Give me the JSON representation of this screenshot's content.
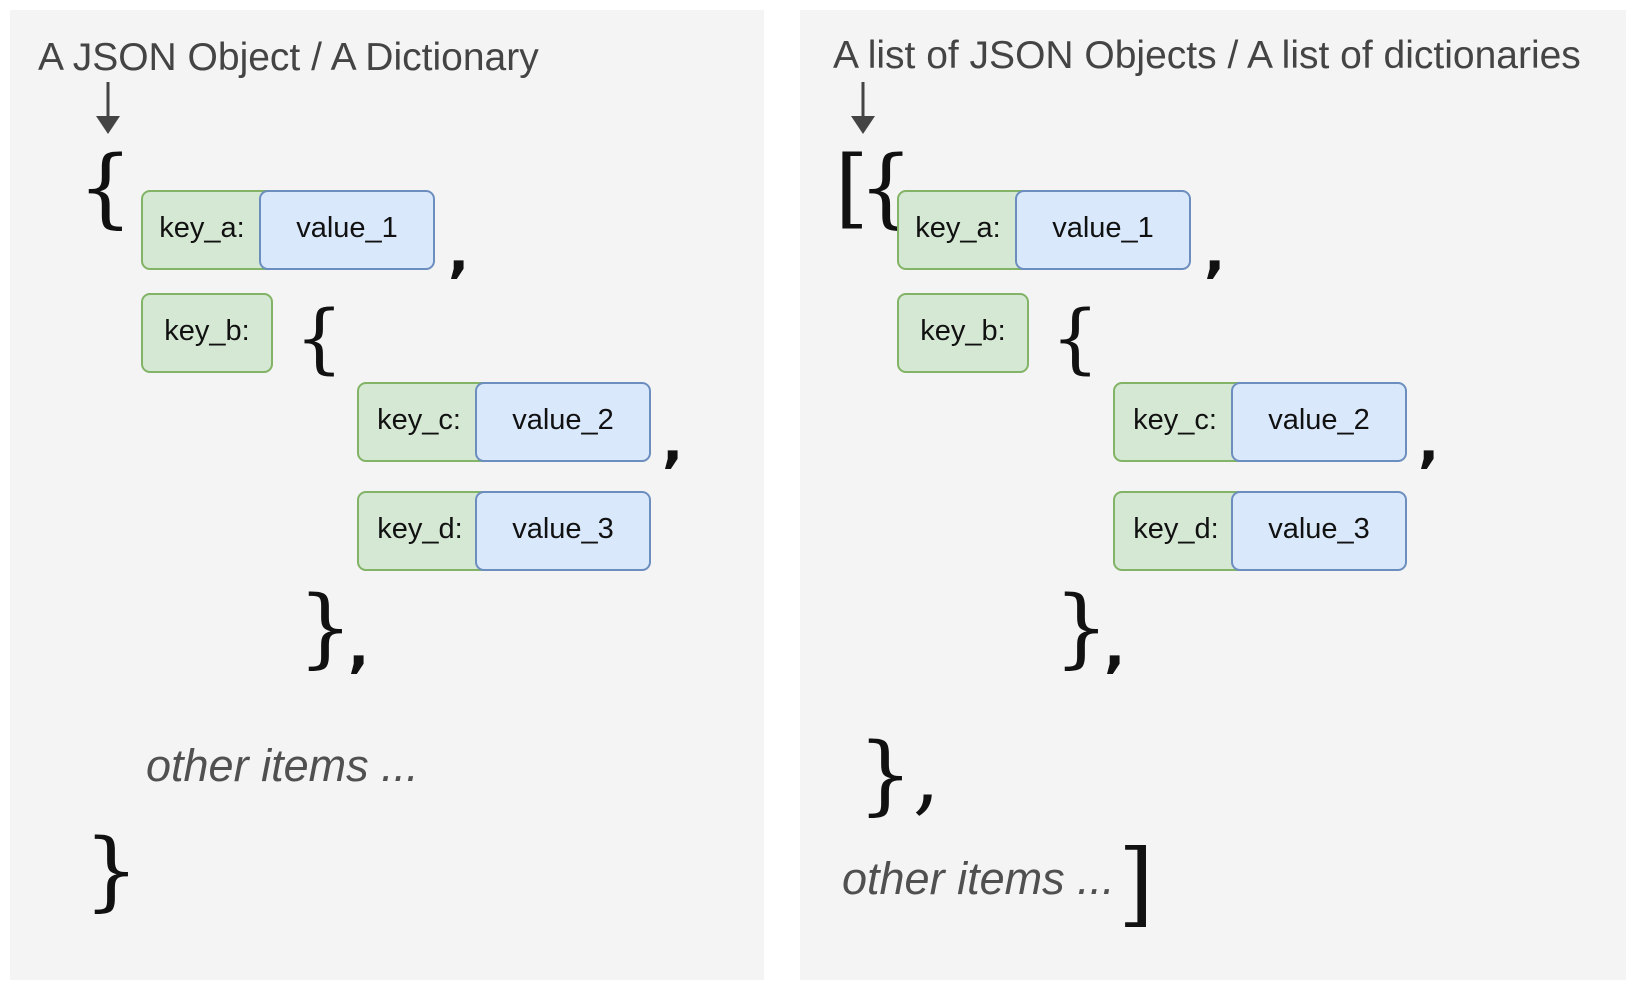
{
  "left": {
    "title": "A JSON Object / A Dictionary",
    "open_brace": "{",
    "close_brace": "}",
    "items": [
      {
        "key": "key_a:",
        "value": "value_1"
      },
      {
        "key": "key_b:"
      },
      {
        "key": "key_c:",
        "value": "value_2"
      },
      {
        "key": "key_d:",
        "value": "value_3"
      }
    ],
    "nested_open": "{",
    "nested_close": "}",
    "comma": ",",
    "other_items": "other items ..."
  },
  "right": {
    "title": "A list of JSON Objects / A list of dictionaries",
    "open_bracket": "[{",
    "close_brace": "},",
    "close_bracket": "]",
    "items": [
      {
        "key": "key_a:",
        "value": "value_1"
      },
      {
        "key": "key_b:"
      },
      {
        "key": "key_c:",
        "value": "value_2"
      },
      {
        "key": "key_d:",
        "value": "value_3"
      }
    ],
    "nested_open": "{",
    "nested_close": "}",
    "comma": ",",
    "other_items": "other items ..."
  },
  "colors": {
    "panel_bg": "#f4f4f4",
    "key_fill": "#d5e8d4",
    "key_border": "#82b366",
    "value_fill": "#dae8fc",
    "value_border": "#6c8ebf"
  }
}
